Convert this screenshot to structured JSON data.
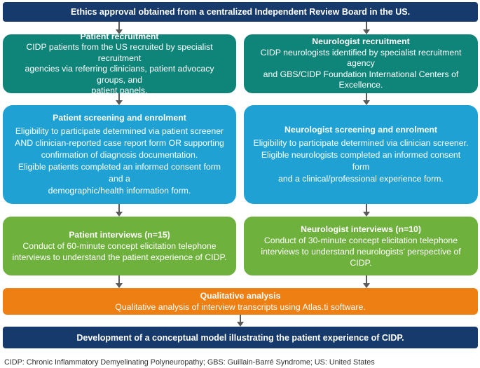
{
  "top_box": "Ethics approval obtained from a centralized Independent Review Board in the US.",
  "patient_recruitment": {
    "title": "Patient recruitment",
    "lines": [
      "CIDP patients from the US recruited by specialist recruitment",
      "agencies via referring clinicians, patient advocacy groups, and",
      "patient panels."
    ]
  },
  "neurologist_recruitment": {
    "title": "Neurologist recruitment",
    "lines": [
      "CIDP neurologists identified by specialist recruitment agency",
      "and GBS/CIDP Foundation International Centers of",
      "Excellence."
    ]
  },
  "patient_screening": {
    "title": "Patient screening and enrolment",
    "lines": [
      "Eligibility to participate determined via patient screener",
      "AND clinician-reported case report form OR supporting",
      "confirmation of diagnosis documentation.",
      "Eligible patients completed an informed consent form and a",
      "demographic/health information form."
    ]
  },
  "neurologist_screening": {
    "title": "Neurologist screening and enrolment",
    "lines": [
      "Eligibility to participate determined via clinician screener.",
      "Eligible neurologists completed an informed consent form",
      "and a clinical/professional experience form."
    ]
  },
  "patient_interviews": {
    "title": "Patient interviews (n=15)",
    "lines": [
      "Conduct of 60-minute concept elicitation telephone",
      "interviews to understand the patient experience of CIDP."
    ]
  },
  "neurologist_interviews": {
    "title": "Neurologist interviews (n=10)",
    "lines": [
      "Conduct of 30-minute concept elicitation telephone",
      "interviews to understand neurologists’ perspective of CIDP."
    ]
  },
  "qualitative_analysis": {
    "title": "Qualitative analysis",
    "text": "Qualitative analysis of interview transcripts using Atlas.ti software."
  },
  "bottom_box": "Development of a conceptual model illustrating the patient experience of CIDP.",
  "footnote": "CIDP: Chronic Inflammatory Demyelinating Polyneuropathy; GBS: Guillain-Barré Syndrome; US: United States",
  "colors": {
    "navy": "#173a6c",
    "teal": "#0f8479",
    "blue": "#1fa2d3",
    "green": "#6fb13d",
    "orange": "#ee7f12",
    "arrow": "#5a5a5a"
  }
}
